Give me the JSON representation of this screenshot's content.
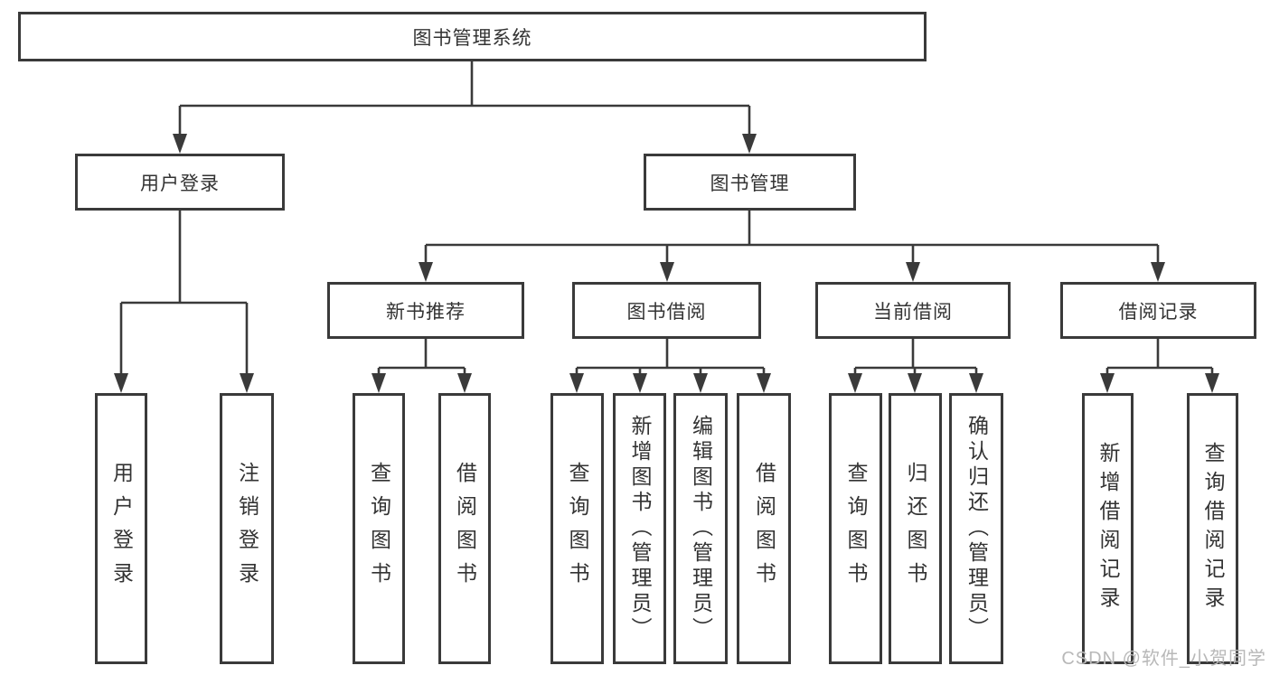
{
  "diagram": {
    "root": {
      "label": "图书管理系统"
    },
    "level2": {
      "user_login": {
        "label": "用户登录"
      },
      "book_management": {
        "label": "图书管理"
      }
    },
    "level3": {
      "new_book_recommend": {
        "label": "新书推荐"
      },
      "book_borrow": {
        "label": "图书借阅"
      },
      "current_borrow": {
        "label": "当前借阅"
      },
      "borrow_records": {
        "label": "借阅记录"
      }
    },
    "leaves": {
      "login": [
        "用户登录",
        "注销登录"
      ],
      "new_book_recommend": [
        "查询图书",
        "借阅图书"
      ],
      "book_borrow": [
        "查询图书",
        "新增图书（管理员）",
        "编辑图书（管理员）",
        "借阅图书"
      ],
      "current_borrow": [
        "查询图书",
        "归还图书",
        "确认归还（管理员）"
      ],
      "borrow_records": [
        "新增借阅记录",
        "查询借阅记录"
      ]
    }
  },
  "watermark": {
    "text": "CSDN @软件_小贺同学"
  },
  "colors": {
    "line": "#3a3a3a",
    "text": "#333333",
    "background": "#ffffff",
    "watermark": "#b8b8b8"
  }
}
